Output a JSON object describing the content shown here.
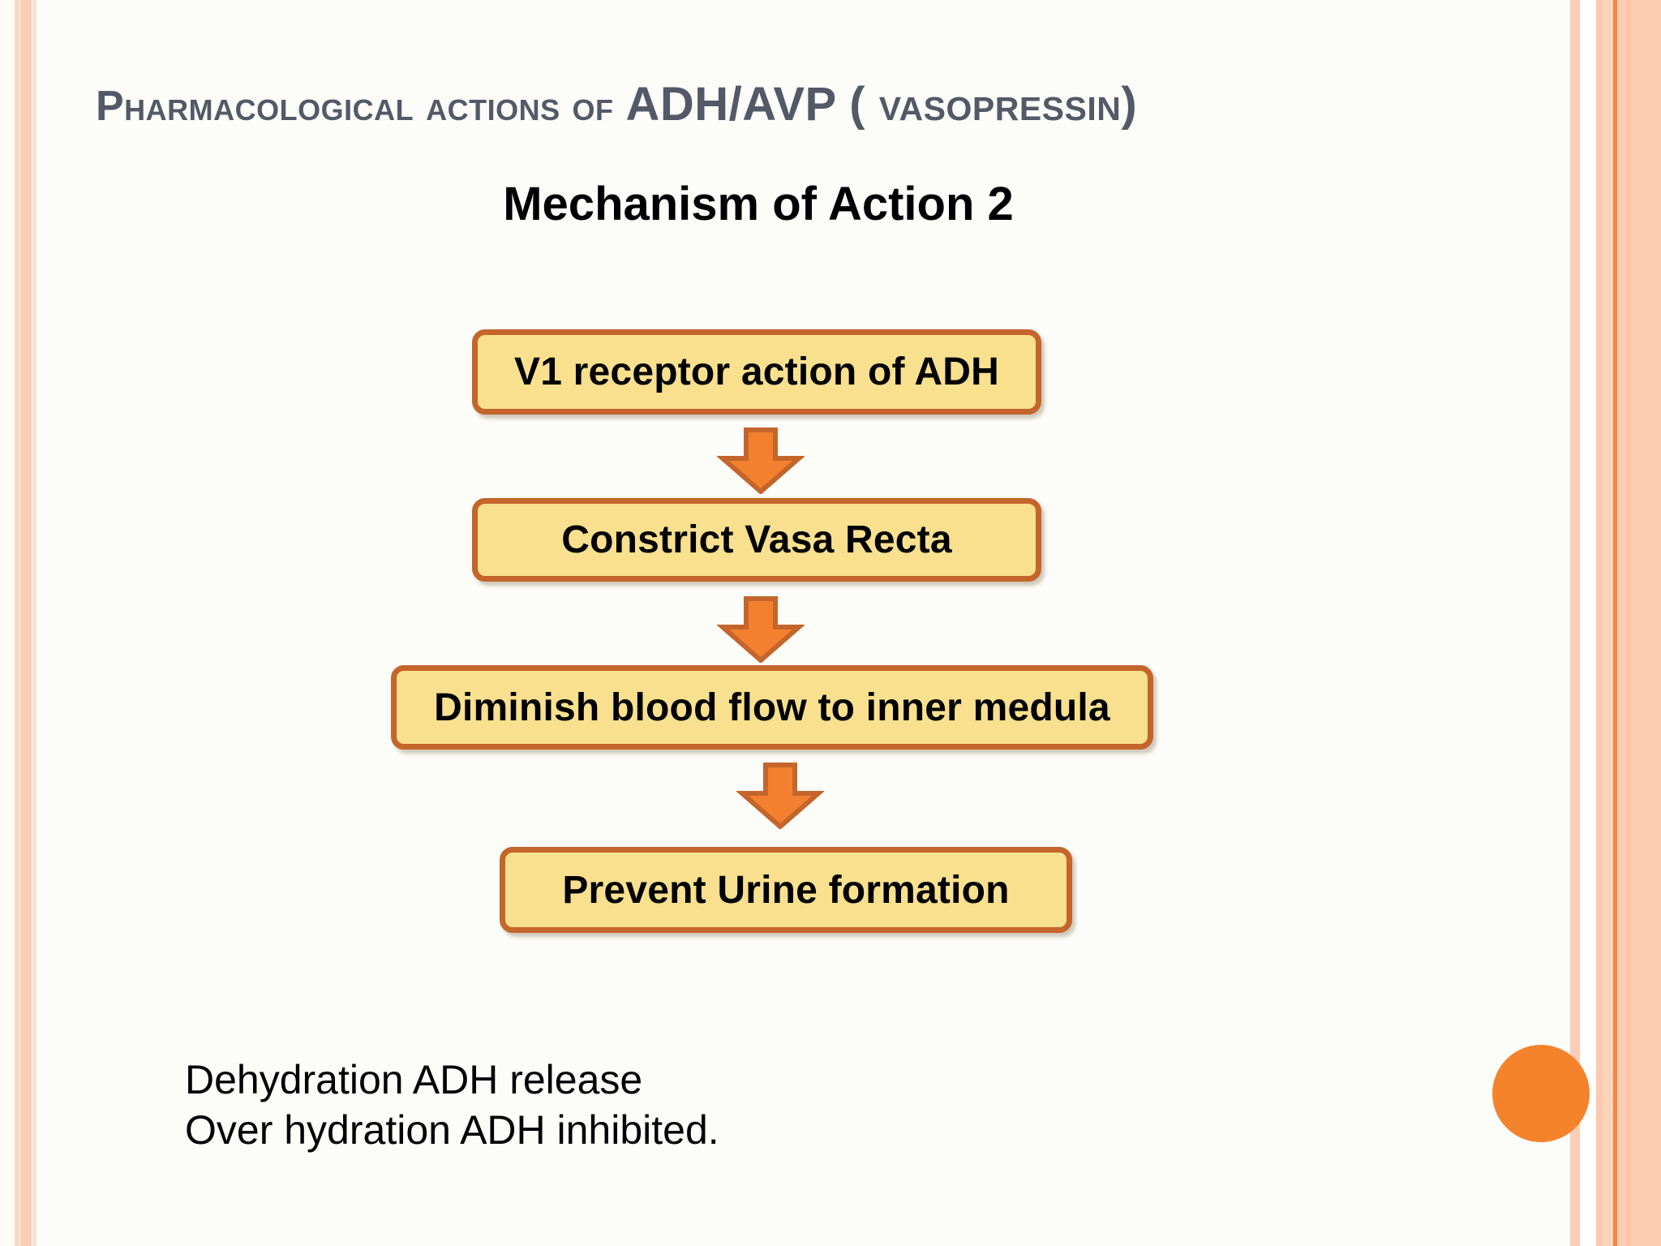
{
  "slide": {
    "title_part1": "Pharmacological actions of ",
    "title_part2": "ADH/",
    "title_part3": "AVP ( vasopressin)",
    "subheading": "Mechanism of Action 2",
    "background_color": "#fcfdf8",
    "title_color": "#545968"
  },
  "flowchart": {
    "box_fill": "#f8e08f",
    "box_border": "#c4652b",
    "arrow_fill": "#f2802e",
    "arrow_border": "#c4652b",
    "boxes": [
      {
        "label": "V1 receptor action of ADH"
      },
      {
        "label": "Constrict Vasa Recta"
      },
      {
        "label": "Diminish blood flow to inner medula"
      },
      {
        "label": "Prevent Urine formation"
      }
    ],
    "arrows": [
      {
        "name": "down-arrow-1"
      },
      {
        "name": "down-arrow-2"
      },
      {
        "name": "down-arrow-3"
      }
    ]
  },
  "notes": {
    "line1": "Dehydration ADH release",
    "line2": "Over hydration ADH inhibited."
  },
  "decor": {
    "circle_color": "#f5832b",
    "stripe_color": "#fbcdb4",
    "stripe_accent": "#f2883f"
  }
}
